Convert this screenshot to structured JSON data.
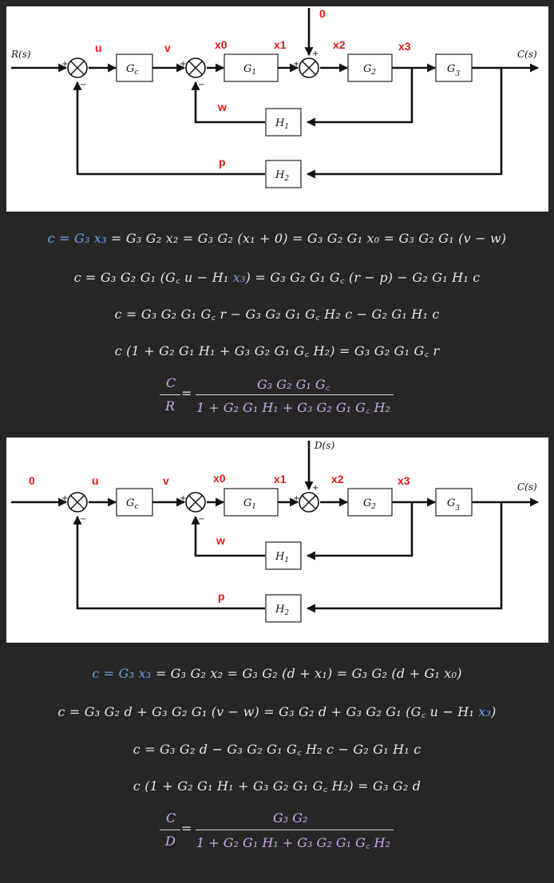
{
  "diagram1": {
    "input_label": "R(s)",
    "output_label": "C(s)",
    "disturbance_value": "0",
    "signals": {
      "u": "u",
      "v": "v",
      "x0": "x0",
      "x1": "x1",
      "x2": "x2",
      "x3": "x3",
      "w": "w",
      "p": "p"
    },
    "blocks": {
      "gc": "Gc",
      "g1": "G1",
      "g2": "G2",
      "g3": "G3",
      "h1": "H1",
      "h2": "H2"
    },
    "signs": {
      "j1_plus": "+",
      "j1_minus": "−",
      "j2_plus": "+",
      "j2_minus": "−",
      "j3_plus_left": "+",
      "j3_plus_top": "+"
    }
  },
  "equations1": {
    "line1_lhs": "c = G₃ x₃",
    "line1_rhs": " = G₃ G₂ x₂ = G₃ G₂ (x₁ + 0) = G₃ G₂ G₁ x₀ = G₃ G₂ G₁ (v − w)",
    "line2_a": "c = G₃ G₂ G₁ (G꜀ u − H₁ ",
    "line2_x3": "x₃",
    "line2_b": ") = G₃ G₂ G₁ G꜀ (r − p) − G₂ G₁ H₁ c",
    "line3": "c = G₃ G₂ G₁ G꜀  r − G₃ G₂ G₁ G꜀ H₂ c − G₂ G₁ H₁ c",
    "line4": "c (1 + G₂ G₁ H₁ + G₃ G₂ G₁ G꜀ H₂) = G₃ G₂ G₁ G꜀  r",
    "frac_lhs_num": "C",
    "frac_lhs_den": "R",
    "frac_rhs_num": "G₃ G₂ G₁ G꜀",
    "frac_rhs_den": "1 + G₂ G₁ H₁ + G₃ G₂ G₁ G꜀ H₂"
  },
  "diagram2": {
    "input_value": "0",
    "output_label": "C(s)",
    "disturbance_label": "D(s)",
    "signals": {
      "u": "u",
      "v": "v",
      "x0": "x0",
      "x1": "x1",
      "x2": "x2",
      "x3": "x3",
      "w": "w",
      "p": "p"
    },
    "blocks": {
      "gc": "Gc",
      "g1": "G1",
      "g2": "G2",
      "g3": "G3",
      "h1": "H1",
      "h2": "H2"
    },
    "signs": {
      "j1_plus": "+",
      "j1_minus": "−",
      "j2_plus": "+",
      "j2_minus": "−",
      "j3_plus_left": "+",
      "j3_plus_top": "+"
    }
  },
  "equations2": {
    "line1_lhs": "c = G₃ x₃",
    "line1_rhs": " = G₃ G₂ x₂ = G₃ G₂ (d + x₁) = G₃ G₂ (d + G₁ x₀)",
    "line2_a": "c = G₃ G₂ d + G₃ G₂ G₁ (v − w) = G₃ G₂ d + G₃ G₂ G₁ (G꜀ u − H₁ ",
    "line2_x3": "x₃",
    "line2_b": ")",
    "line3": "c = G₃ G₂ d − G₃ G₂ G₁ G꜀ H₂ c − G₂ G₁ H₁ c",
    "line4": "c (1 + G₂ G₁ H₁ + G₃ G₂ G₁ G꜀ H₂) = G₃ G₂ d",
    "frac_lhs_num": "C",
    "frac_lhs_den": "D",
    "frac_rhs_num": "G₃ G₂",
    "frac_rhs_den": "1 + G₂ G₁ H₁ + G₃ G₂ G₁ G꜀ H₂"
  },
  "colors": {
    "page_background": "#262626",
    "panel_background": "#ffffff",
    "signal_label": "#e01a1a",
    "equation_text": "#e6e6e6",
    "highlight_var": "#6aa2e8",
    "fraction_text": "#c9a7ee"
  }
}
